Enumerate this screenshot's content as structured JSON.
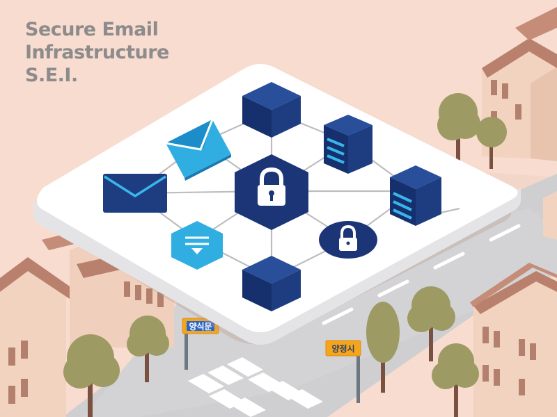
{
  "title": {
    "line1": "Secure Email",
    "line2": "Infrastructure",
    "line3": "S.E.I."
  },
  "signs": {
    "left": "양식문",
    "right": "양정시"
  },
  "icons": {
    "envelope_tilted": "envelope-icon",
    "envelope_flat": "envelope-icon",
    "message": "message-bubble-icon",
    "hub_lock": "padlock-icon",
    "small_lock": "padlock-icon",
    "server_a": "server-icon",
    "server_b": "server-icon",
    "cube_top": "cube-node-icon",
    "cube_bottom": "cube-node-icon"
  },
  "colors": {
    "background": "#f7dccf",
    "platform": "#ffffff",
    "navy": "#1e3d80",
    "navy_dark": "#13285e",
    "sky": "#30aee2",
    "connector": "#b9b9bd",
    "road": "#c9c9cb",
    "tree": "#9d9a63",
    "roof": "#b9806d",
    "wall": "#f2d3bf",
    "sign": "#f3a51c"
  }
}
